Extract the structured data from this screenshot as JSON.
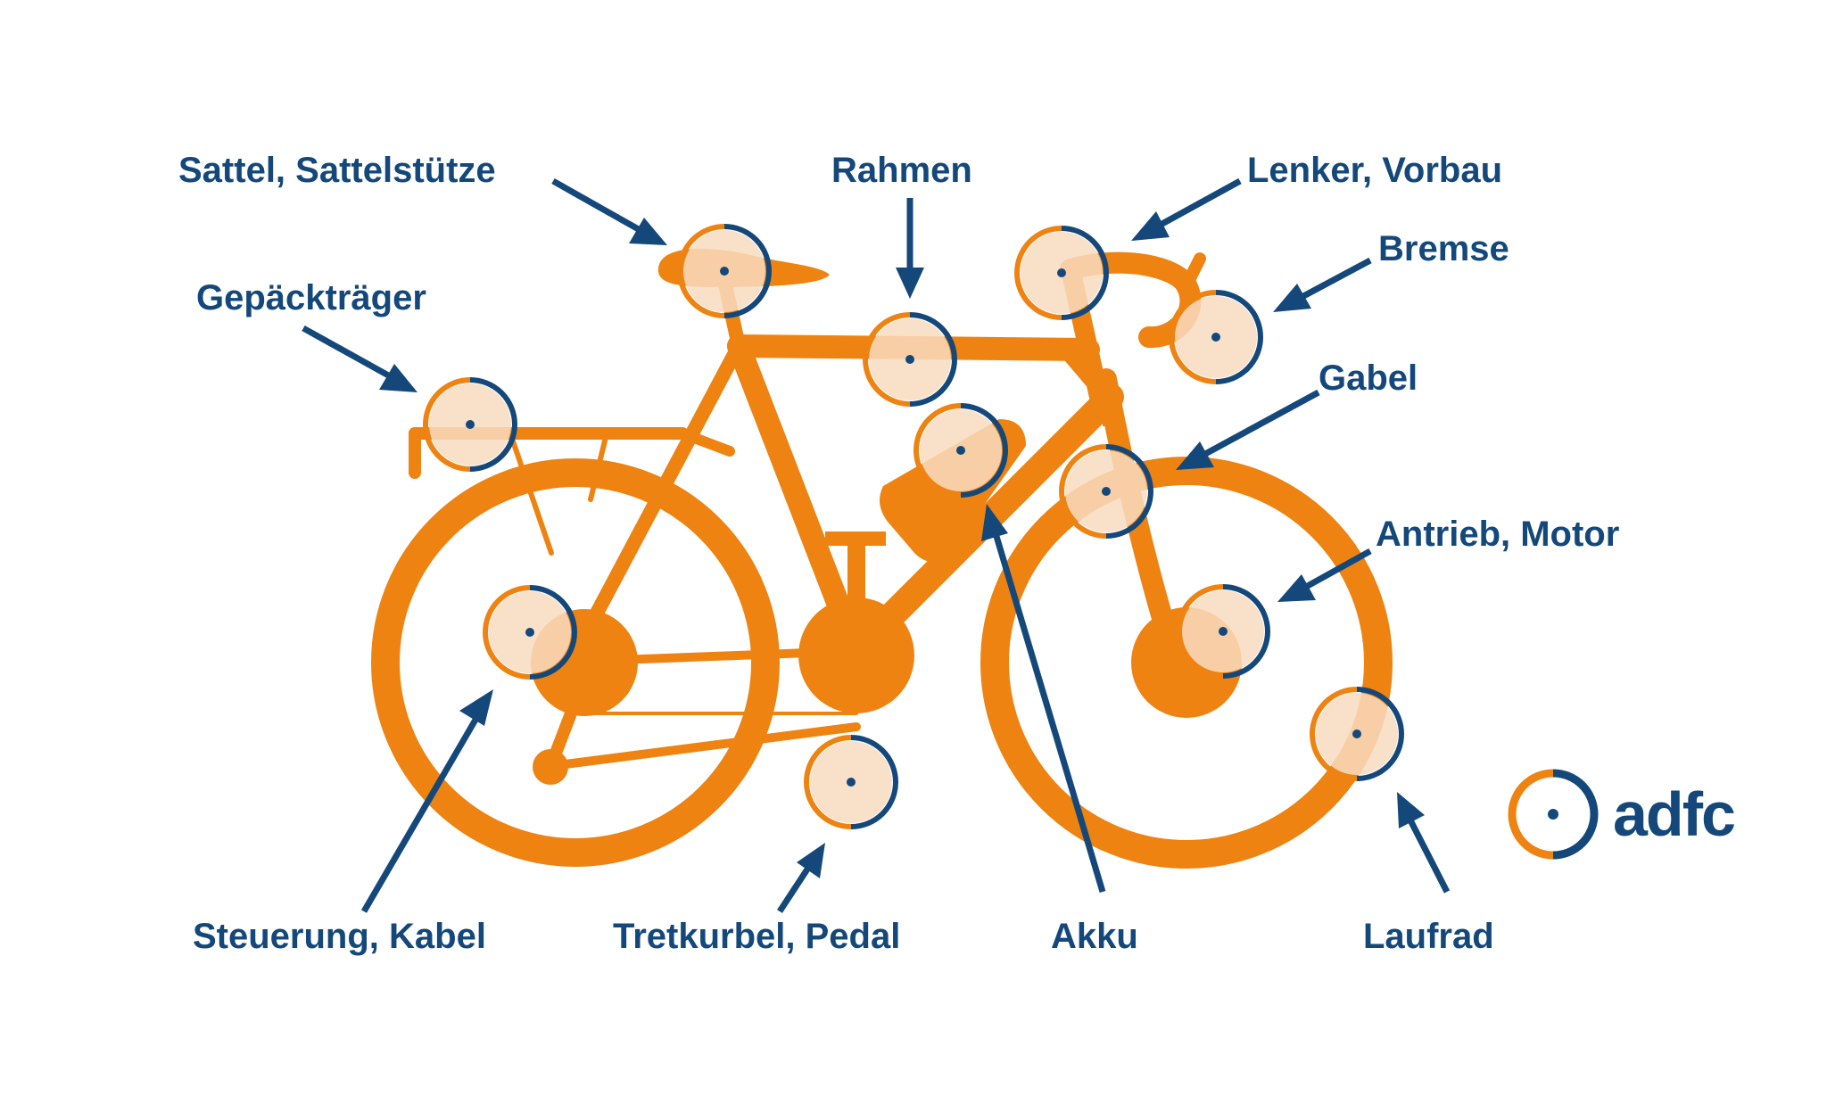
{
  "colors": {
    "bike": "#ee8312",
    "light": "#f8dcc0",
    "navy": "#14487a",
    "white": "#ffffff"
  },
  "labels": {
    "sattel": "Sattel, Sattelstütze",
    "rahmen": "Rahmen",
    "lenker": "Lenker, Vorbau",
    "bremse": "Bremse",
    "gepaecktraeger": "Gepäckträger",
    "gabel": "Gabel",
    "antrieb": "Antrieb, Motor",
    "steuerung": "Steuerung, Kabel",
    "tretkurbel": "Tretkurbel, Pedal",
    "akku": "Akku",
    "laufrad": "Laufrad"
  },
  "logo": {
    "text": "adfc"
  }
}
